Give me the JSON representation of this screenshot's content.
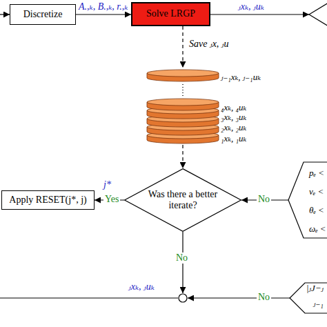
{
  "diagram": {
    "nodes": [
      {
        "text": [
          "Discretize"
        ]
      },
      {
        "text": [
          "Solve LRGP"
        ]
      },
      {
        "text": [
          "ⱼ₋₁xₖ, ⱼ₋₁uₖ",
          "₄xₖ, ₄uₖ",
          "₃xₖ, ₃uₖ",
          "₂xₖ, ₂uₖ",
          "₁xₖ, ₁uₖ"
        ]
      },
      {
        "text": [
          "Was there a better iterate?"
        ]
      },
      {
        "text": [
          "Apply RESET(j*, j)"
        ]
      },
      {
        "text": [
          "pₑ <",
          "vₑ <",
          "θₑ <",
          "ωₑ <"
        ]
      },
      {
        "text": [
          "|ⱼJ−ⱼ",
          "ⱼ₋₁"
        ]
      }
    ],
    "edges": [
      {
        "from": 0,
        "to": 1,
        "label": "A.,ₖ, B.,ₖ, r.,ₖ",
        "arrow": "to"
      },
      {
        "from": 1,
        "to": 2,
        "label": "Save ⱼx, ⱼu",
        "arrow": "to"
      },
      {
        "from": 2,
        "to": 3,
        "arrow": "to"
      },
      {
        "from": 3,
        "to": 4,
        "label": "Yes",
        "arrow": "to"
      },
      {
        "from": 5,
        "to": 3,
        "label": "No",
        "arrow": "to"
      }
    ],
    "labels": [
      "ⱼxₖ, ⱼuₖ",
      "j*",
      "No",
      "No",
      "ⱼxₖ, ⱼuₖ"
    ]
  }
}
